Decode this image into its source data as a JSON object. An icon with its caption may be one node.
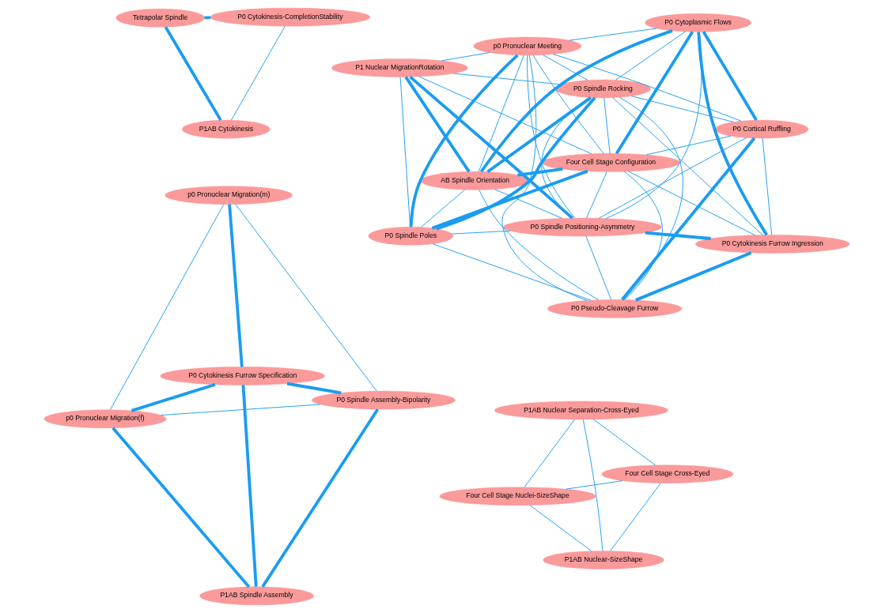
{
  "diagram": {
    "nodes": [
      {
        "text": [
          "Four Cell Stage Nuclei-SizeShape"
        ]
      },
      {
        "text": [
          "Four Cell Stage Cross-Eyed"
        ]
      },
      {
        "text": [
          "P1AB Nuclear-SizeShape"
        ]
      },
      {
        "text": [
          "P1AB Nuclear Separation-Cross-Eyed"
        ]
      },
      {
        "text": [
          "p0 Pronuclear Migration(f)"
        ]
      },
      {
        "text": [
          "P0 Spindle Assembly-Bipolarity"
        ]
      },
      {
        "text": [
          "P1AB Spindle Assembly"
        ]
      },
      {
        "text": [
          "p0 Pronuclear Migration(m)"
        ]
      },
      {
        "text": [
          "P0 Cytokinesis Furrow Specification"
        ]
      },
      {
        "text": [
          "Tetrapolar Spindle"
        ]
      },
      {
        "text": [
          "P0 Cytokinesis-CompletionStability"
        ]
      },
      {
        "text": [
          "P1AB Cytokinesis"
        ]
      },
      {
        "text": [
          "P0 Pseudo-Cleavage Furrow"
        ]
      },
      {
        "text": [
          "Four Cell Stage Configuration"
        ]
      },
      {
        "text": [
          "P0 Cytokinesis Furrow Ingression"
        ]
      },
      {
        "text": [
          "P1 Nuclear MigrationRotation"
        ]
      },
      {
        "text": [
          "P0 Spindle Rocking"
        ]
      },
      {
        "text": [
          "P0 Cytoplasmic Flows"
        ]
      },
      {
        "text": [
          "p0 Pronuclear Meeting"
        ]
      },
      {
        "text": [
          "P0 Cortical Ruffling"
        ]
      },
      {
        "text": [
          "P0 Spindle Poles"
        ]
      },
      {
        "text": [
          "P0 Spindle Positioning-Asymmetry"
        ]
      },
      {
        "text": [
          "AB Spindle Orientation"
        ]
      }
    ],
    "edges": [
      {
        "from": 0,
        "to": 1,
        "arrow": "none"
      },
      {
        "from": 0,
        "to": 2,
        "arrow": "none"
      },
      {
        "from": 0,
        "to": 3,
        "arrow": "none"
      },
      {
        "from": 1,
        "to": 2,
        "arrow": "none"
      },
      {
        "from": 1,
        "to": 3,
        "arrow": "none"
      },
      {
        "from": 2,
        "to": 3,
        "arrow": "none"
      },
      {
        "from": 4,
        "to": 5,
        "arrow": "none"
      },
      {
        "from": 4,
        "to": 7,
        "arrow": "none"
      },
      {
        "from": 4,
        "to": 8,
        "arrow": "none",
        "style": "thick"
      },
      {
        "from": 4,
        "to": 6,
        "arrow": "none",
        "style": "thick"
      },
      {
        "from": 5,
        "to": 6,
        "arrow": "none",
        "style": "thick"
      },
      {
        "from": 5,
        "to": 7,
        "arrow": "none"
      },
      {
        "from": 5,
        "to": 8,
        "arrow": "none",
        "style": "thick"
      },
      {
        "from": 7,
        "to": 8,
        "arrow": "none",
        "style": "thick"
      },
      {
        "from": 6,
        "to": 8,
        "arrow": "none",
        "style": "thick"
      },
      {
        "from": 9,
        "to": 10,
        "arrow": "none",
        "style": "thick"
      },
      {
        "from": 9,
        "to": 11,
        "arrow": "none",
        "style": "thick"
      },
      {
        "from": 10,
        "to": 11,
        "arrow": "none"
      },
      {
        "from": 12,
        "to": 13,
        "arrow": "none"
      },
      {
        "from": 12,
        "to": 14,
        "arrow": "none",
        "style": "thick"
      },
      {
        "from": 12,
        "to": 16,
        "arrow": "none"
      },
      {
        "from": 12,
        "to": 18,
        "arrow": "none"
      },
      {
        "from": 12,
        "to": 19,
        "arrow": "none",
        "style": "thick"
      },
      {
        "from": 12,
        "to": 20,
        "arrow": "none"
      },
      {
        "from": 12,
        "to": 21,
        "arrow": "none"
      },
      {
        "from": 12,
        "to": 22,
        "arrow": "none"
      },
      {
        "from": 13,
        "to": 14,
        "arrow": "none"
      },
      {
        "from": 13,
        "to": 15,
        "arrow": "none"
      },
      {
        "from": 13,
        "to": 16,
        "arrow": "none"
      },
      {
        "from": 13,
        "to": 17,
        "arrow": "none",
        "style": "thick"
      },
      {
        "from": 13,
        "to": 18,
        "arrow": "none"
      },
      {
        "from": 13,
        "to": 19,
        "arrow": "none"
      },
      {
        "from": 13,
        "to": 20,
        "arrow": "none",
        "style": "thick"
      },
      {
        "from": 13,
        "to": 21,
        "arrow": "none"
      },
      {
        "from": 13,
        "to": 22,
        "arrow": "none",
        "style": "thick"
      },
      {
        "from": 14,
        "to": 16,
        "arrow": "none"
      },
      {
        "from": 14,
        "to": 17,
        "arrow": "none",
        "style": "thick"
      },
      {
        "from": 14,
        "to": 19,
        "arrow": "none"
      },
      {
        "from": 14,
        "to": 21,
        "arrow": "none",
        "style": "thick"
      },
      {
        "from": 15,
        "to": 16,
        "arrow": "none"
      },
      {
        "from": 15,
        "to": 18,
        "arrow": "none"
      },
      {
        "from": 15,
        "to": 20,
        "arrow": "none"
      },
      {
        "from": 15,
        "to": 21,
        "arrow": "none",
        "style": "thick"
      },
      {
        "from": 15,
        "to": 22,
        "arrow": "none",
        "style": "thick"
      },
      {
        "from": 16,
        "to": 17,
        "arrow": "none"
      },
      {
        "from": 16,
        "to": 18,
        "arrow": "none"
      },
      {
        "from": 16,
        "to": 19,
        "arrow": "none"
      },
      {
        "from": 16,
        "to": 20,
        "arrow": "none",
        "style": "thick"
      },
      {
        "from": 16,
        "to": 21,
        "arrow": "none"
      },
      {
        "from": 16,
        "to": 22,
        "arrow": "none",
        "style": "thick"
      },
      {
        "from": 17,
        "to": 18,
        "arrow": "none"
      },
      {
        "from": 17,
        "to": 19,
        "arrow": "none",
        "style": "thick"
      },
      {
        "from": 17,
        "to": 21,
        "arrow": "none"
      },
      {
        "from": 17,
        "to": 22,
        "arrow": "none",
        "style": "thick"
      },
      {
        "from": 18,
        "to": 19,
        "arrow": "none"
      },
      {
        "from": 18,
        "to": 20,
        "arrow": "none",
        "style": "thick"
      },
      {
        "from": 18,
        "to": 21,
        "arrow": "none"
      },
      {
        "from": 18,
        "to": 22,
        "arrow": "none"
      },
      {
        "from": 19,
        "to": 21,
        "arrow": "none"
      },
      {
        "from": 20,
        "to": 21,
        "arrow": "none"
      },
      {
        "from": 20,
        "to": 22,
        "arrow": "none"
      },
      {
        "from": 21,
        "to": 22,
        "arrow": "none"
      }
    ]
  }
}
